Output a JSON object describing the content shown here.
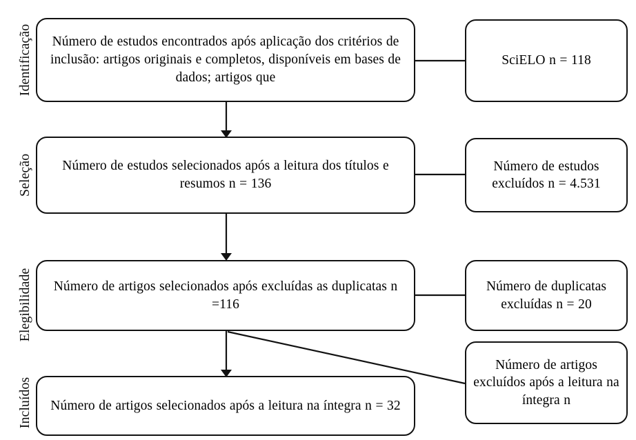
{
  "diagram": {
    "type": "prisma-flow-diagram",
    "language": "pt-BR",
    "stages": [
      {
        "id": "identificacao",
        "label": "Identificação"
      },
      {
        "id": "selecao",
        "label": "Seleção"
      },
      {
        "id": "elegibilidade",
        "label": "Elegibilidade"
      },
      {
        "id": "incluidos",
        "label": "Incluídos"
      }
    ],
    "main_nodes": [
      {
        "id": "found-studies",
        "stage": "identificacao",
        "text": "Número de estudos encontrados após aplicação dos critérios  de inclusão: artigos originais e completos, disponíveis em bases de dados;  artigos  que"
      },
      {
        "id": "selected-title-abstract",
        "stage": "selecao",
        "text": "Número de estudos selecionados após a leitura dos títulos e resumos n = 136",
        "n": 136
      },
      {
        "id": "after-duplicates",
        "stage": "elegibilidade",
        "text": "Número de artigos selecionados após excluídas as duplicatas n =116",
        "n": 116
      },
      {
        "id": "included-full-text",
        "stage": "incluidos",
        "text": "Número de artigos selecionados após a leitura na íntegra n = 32",
        "n": 32
      }
    ],
    "side_nodes": [
      {
        "id": "scielo-source",
        "stage": "identificacao",
        "text": "SciELO n = 118",
        "n": 118
      },
      {
        "id": "excluded-studies",
        "stage": "selecao",
        "text": "Número de estudos excluídos n = 4.531",
        "n": 4531
      },
      {
        "id": "excluded-duplicates",
        "stage": "elegibilidade",
        "text": "Número de duplicatas excluídas n = 20",
        "n": 20
      },
      {
        "id": "excluded-full-text",
        "stage": "incluidos",
        "text": "Número de artigos excluídos após a leitura na íntegra n"
      }
    ],
    "colors": {
      "stroke": "#111111",
      "background": "#ffffff",
      "text": "#111111"
    }
  }
}
